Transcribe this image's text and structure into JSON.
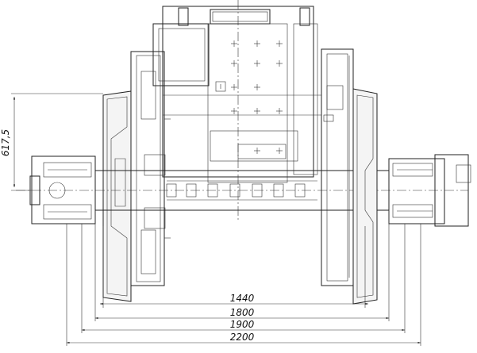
{
  "dimensions": {
    "vertical": "617,5",
    "d1440": "1440",
    "d1800": "1800",
    "d1900": "1900",
    "d2200": "2200"
  }
}
